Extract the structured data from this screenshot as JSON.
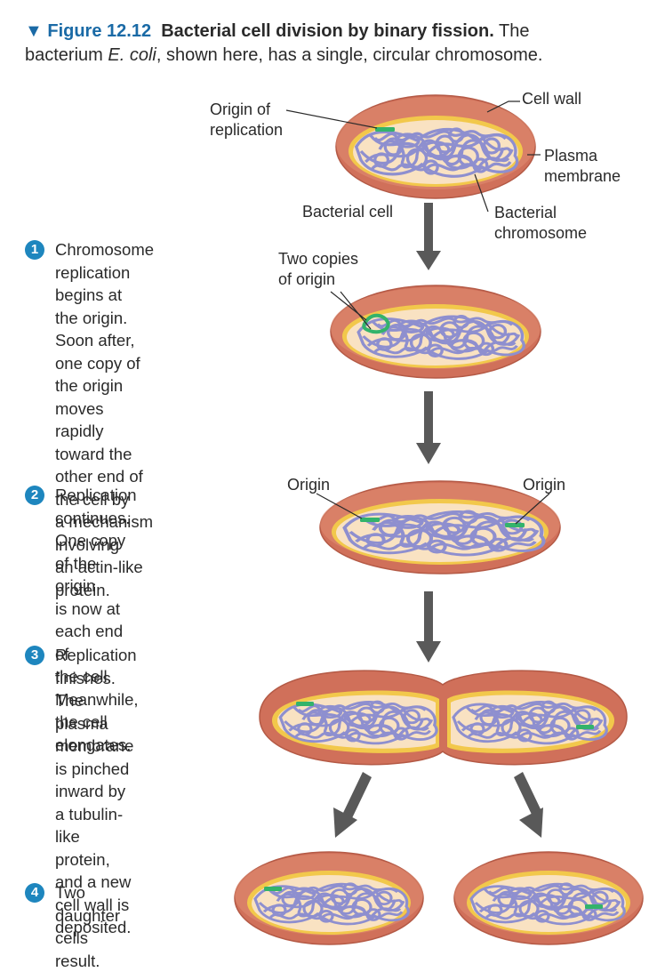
{
  "caption": {
    "figure_number": "▼ Figure 12.12",
    "title": "Bacterial cell division by binary fission.",
    "text_1": "The",
    "text_2": "bacterium",
    "species": "E. coli",
    "text_3": ", shown here, has a single, circular chromosome."
  },
  "labels": {
    "origin_of_replication_1": "Origin of",
    "origin_of_replication_2": "replication",
    "cell_wall": "Cell wall",
    "plasma_membrane_1": "Plasma",
    "plasma_membrane_2": "membrane",
    "bacterial_cell": "Bacterial cell",
    "bacterial_chromosome_1": "Bacterial",
    "bacterial_chromosome_2": "chromosome",
    "two_copies_1": "Two copies",
    "two_copies_2": "of origin",
    "origin_left": "Origin",
    "origin_right": "Origin"
  },
  "steps": [
    {
      "number": "1",
      "lines": [
        "Chromosome",
        "replication begins at",
        "the origin. Soon after,",
        "one copy of the origin",
        "moves rapidly toward the",
        "other end of the cell by",
        "a mechanism involving",
        "an actin-like protein."
      ]
    },
    {
      "number": "2",
      "lines": [
        "Replication continues.",
        "One copy of the origin",
        "is now at each end of",
        "the cell. Meanwhile,",
        "the cell elongates."
      ]
    },
    {
      "number": "3",
      "lines": [
        "Replication finishes.",
        "The plasma membrane",
        "is pinched inward by",
        "a tubulin-like protein,",
        "and a new cell wall is",
        "deposited."
      ]
    },
    {
      "number": "4",
      "lines": [
        "Two daughter",
        "cells result."
      ]
    }
  ],
  "colors": {
    "caption_blue": "#1a6aa6",
    "step_badge": "#1e86be",
    "cell_wall": "#d0705a",
    "membrane": "#f2c84b",
    "cytoplasm": "#f9e2c2",
    "chromosome": "#8e8fcf",
    "origin": "#33b36b",
    "arrow": "#595959"
  }
}
